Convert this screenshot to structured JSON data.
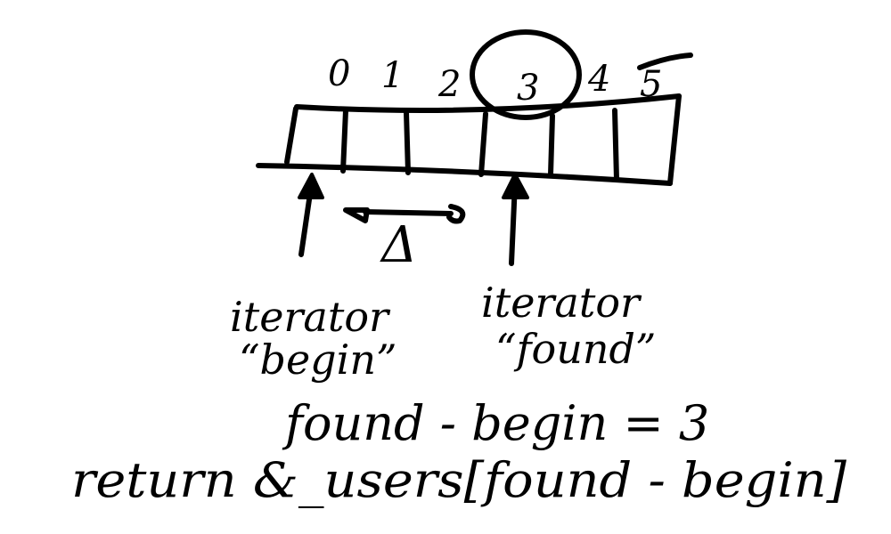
{
  "indices": [
    "0",
    "1",
    "2",
    "3",
    "4",
    "5"
  ],
  "highlighted_index": "3",
  "left_iterator_label": [
    "iterator",
    "“begin”"
  ],
  "right_iterator_label": [
    "iterator",
    "“found”"
  ],
  "difference_symbol": "Δ",
  "equation": "found - begin = 3",
  "return_statement": "return &_users[found - begin]"
}
